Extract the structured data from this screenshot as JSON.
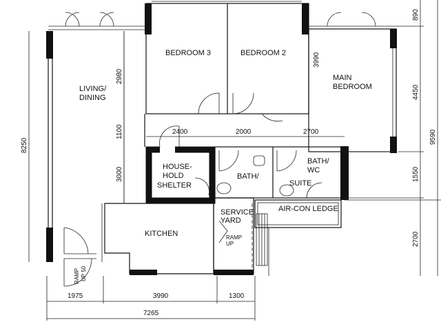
{
  "rooms": {
    "living": [
      "LIVING/",
      "DINING"
    ],
    "bedroom3": "BEDROOM 3",
    "bedroom2": "BEDROOM 2",
    "main_bedroom": [
      "MAIN",
      "BEDROOM"
    ],
    "household_shelter": [
      "HOUSE-",
      "HOLD",
      "SHELTER"
    ],
    "bath": "BATH/",
    "bath_wc": [
      "BATH/",
      "WC"
    ],
    "bath_wc_suite": "SUITE",
    "service_yard": [
      "SERVICE",
      "YARD"
    ],
    "aircon_ledge": "AIR-CON LEDGE",
    "kitchen": "KITCHEN"
  },
  "annotations": {
    "ramp_up": [
      "RAMP",
      "UP"
    ],
    "ramp_entrance": [
      "RAMP",
      "UP 50"
    ]
  },
  "dimensions": {
    "left_total": "8250",
    "left_inner": [
      "2980",
      "1100",
      "3000"
    ],
    "top_inner": [
      "2400",
      "2000",
      "2700"
    ],
    "bedroom_depth": "3990",
    "right": [
      "890",
      "4450",
      "1550",
      "2700"
    ],
    "right_total": "9590",
    "bottom": [
      "1975",
      "3990",
      "1300"
    ],
    "bottom_total": "7265"
  }
}
